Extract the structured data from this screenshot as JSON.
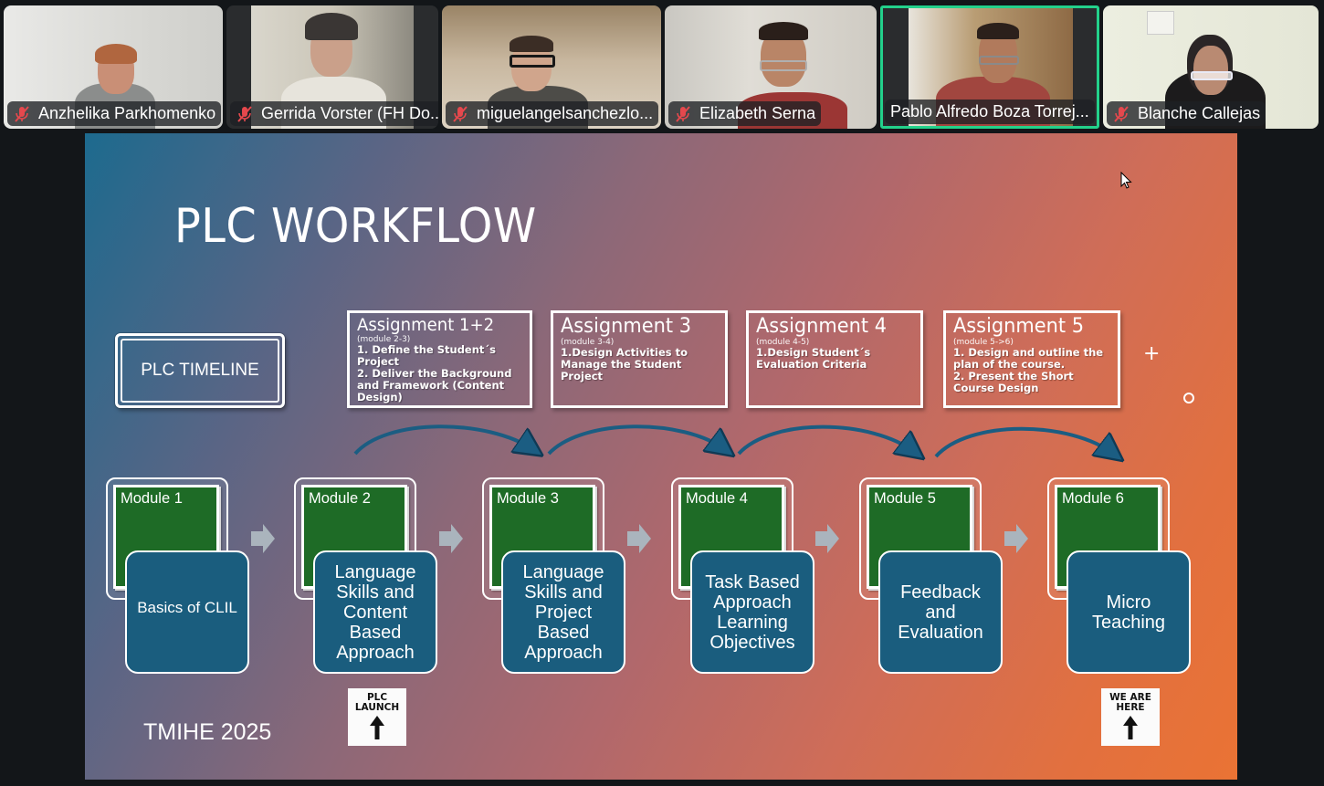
{
  "meeting": {
    "participants": [
      {
        "name": "Anzhelika Parkhomenko",
        "muted": true,
        "active": false
      },
      {
        "name": "Gerrida Vorster (FH Do...",
        "muted": true,
        "active": false
      },
      {
        "name": "miguelangelsanchezlo...",
        "muted": true,
        "active": false
      },
      {
        "name": "Elizabeth Serna",
        "muted": true,
        "active": false
      },
      {
        "name": "Pablo Alfredo Boza Torrej...",
        "muted": false,
        "active": true
      },
      {
        "name": "Blanche Callejas",
        "muted": true,
        "active": false
      }
    ],
    "active_speaker_color": "#23d18b",
    "muted_icon": "mic-off-icon",
    "muted_icon_color": "#e5484d"
  },
  "slide": {
    "title": "PLC WORKFLOW",
    "timeline_label": "PLC TIMELINE",
    "assignments": [
      {
        "title": "Assignment 1+2",
        "sub": "(module 2-3)",
        "items": [
          "1. Define the Student´s Project",
          "2. Deliver the Background and Framework (Content Design)"
        ]
      },
      {
        "title": "Assignment 3",
        "sub": "(module 3-4)",
        "items": [
          "1.Design Activities to Manage the Student Project"
        ]
      },
      {
        "title": "Assignment 4",
        "sub": "(module 4-5)",
        "items": [
          "1.Design Student´s Evaluation Criteria"
        ]
      },
      {
        "title": "Assignment 5",
        "sub": "(module 5->6)",
        "items": [
          "1. Design and outline the plan of the course.",
          "2. Present the Short Course Design"
        ]
      }
    ],
    "modules": [
      {
        "label": "Module 1",
        "topic": "Basics of CLIL"
      },
      {
        "label": "Module 2",
        "topic": "Language Skills and Content Based Approach"
      },
      {
        "label": "Module 3",
        "topic": "Language Skills and Project Based Approach"
      },
      {
        "label": "Module 4",
        "topic": "Task Based Approach Learning Objectives"
      },
      {
        "label": "Module 5",
        "topic": "Feedback and Evaluation"
      },
      {
        "label": "Module 6",
        "topic": "Micro Teaching"
      }
    ],
    "launch_sign": {
      "line1": "PLC",
      "line2": "LAUNCH",
      "icon": "arrow-up-icon"
    },
    "here_sign": {
      "line1": "WE ARE",
      "line2": "HERE",
      "icon": "arrow-up-icon"
    },
    "footer": "TMIHE 2025",
    "colors": {
      "module_green": "#1e6b26",
      "topic_blue": "#1a5d7e",
      "curve_arrow": "#1b5d82",
      "step_arrow": "#aab4bd"
    }
  }
}
